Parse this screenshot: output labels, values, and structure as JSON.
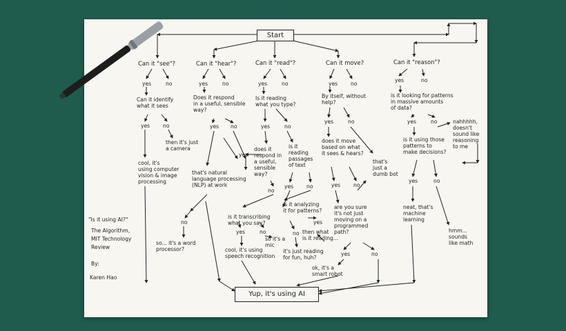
{
  "start": "Start",
  "end": "Yup, it's using AI",
  "attribution": {
    "title": "\"Is it using AI?\"",
    "source1": "The Algorithm,",
    "source2": "MIT Technology",
    "source3": "Review",
    "by": "By:",
    "author": "Karen Hao"
  },
  "branches": {
    "see": {
      "question": "Can it \"see\"?",
      "yes": "yes",
      "no": "no",
      "q2": "Can it identify\nwhat it sees",
      "yes2": "yes",
      "no2": "no",
      "camera": "then it's just\na camera",
      "cv": "cool, it's\nusing computer\nvision & image\nprocessing"
    },
    "hear": {
      "question": "Can it \"hear\"?",
      "yes": "yes",
      "no": "no",
      "q2": "Does it respond\nin a useful, sensible\nway?",
      "yes2": "yes",
      "no2": "no"
    },
    "read": {
      "question": "Can it \"read\"?",
      "yes": "yes",
      "no": "no",
      "q2": "Is it reading\nwhat you type?",
      "yes2": "yes",
      "no2": "no",
      "q3": "does it\nrespond in\na useful,\nsensible\nway?",
      "yes3": "yes",
      "no3": "no",
      "q4": "is it\nreading\npassages\nof text",
      "yes4": "yes",
      "no4": "no",
      "nlp": "that's natural\nlanguage processing\n(NLP) at work",
      "wp_no": "no",
      "word": "so... it's a word\nprocessor?",
      "q5": "is it transcribing\nwhat you say?",
      "yes5": "yes",
      "no5": "no",
      "mic": "so it's a\nmic",
      "speech": "cool, it's using\nspeech recognition",
      "q6": "is it analyzing\nit for patterns?",
      "yes6": "yes",
      "no6": "no",
      "what": "then what\nis it reading...",
      "fun": "it's just reading\nfor fun, huh?"
    },
    "move": {
      "question": "Can it move?",
      "yes": "yes",
      "no": "no",
      "q2": "By itself, without\nhelp?",
      "yes2": "yes",
      "no2": "no",
      "q3": "does it move\nbased on what\nit sees & hears?",
      "yes3": "yes",
      "no3": "no",
      "dumb": "that's\njust a\ndumb bot",
      "q4": "are you sure\nit's not just\nmoving on a\nprogrammed\npath?",
      "yes4": "yes",
      "no4": "no",
      "robot": "ok, it's a\nsmart robot"
    },
    "reason": {
      "question": "Can it \"reason\"?",
      "yes": "yes",
      "no": "no",
      "q2": "is it looking for patterns\nin massive amounts\nof data?",
      "yes2": "yes",
      "no2": "no",
      "nah": "nahhhhh,\ndoesn't\nsound like\nreasoning\nto me",
      "q3": "is it using those\npatterns to\nmake decisions?",
      "yes3": "yes",
      "no3": "no",
      "ml": "neat, that's\nmachine\nlearning",
      "math": "hmm...\nsounds\nlike math"
    }
  },
  "colors": {
    "table": "#1f5c4e",
    "paper": "#f7f6f1",
    "ink": "#222222",
    "pen_body": "#1d1d1d",
    "pen_cap": "#9aa0a6"
  }
}
